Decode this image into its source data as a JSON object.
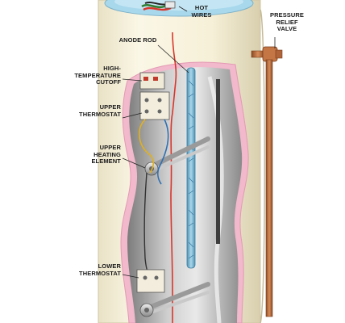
{
  "labels": {
    "hot_wires": "HOT\nWIRES",
    "pressure_relief_valve": "PRESSURE\nRELIEF\nVALVE",
    "anode_rod": "ANODE ROD",
    "high_temperature_cutoff": "HIGH-\nTEMPERATURE\nCUTOFF",
    "upper_thermostat": "UPPER\nTHERMOSTAT",
    "upper_heating_element": "UPPER\nHEATING\nELEMENT",
    "lower_thermostat": "LOWER\nTHERMOSTAT"
  },
  "colors": {
    "tank_body": "#f6f1dc",
    "tank_edge": "#d9ceae",
    "cutaway_dark": "#8d8d8d",
    "cutaway_light": "#e2e2e2",
    "insulation": "#f2b8cc",
    "anode_rod": "#7fb9d6",
    "hot_wire_red": "#d9362b",
    "wire_yellow": "#e0b020",
    "wire_blue": "#2f6fb3",
    "copper_pipe": "#b8693a",
    "top_cap": "#a8d8ec"
  }
}
